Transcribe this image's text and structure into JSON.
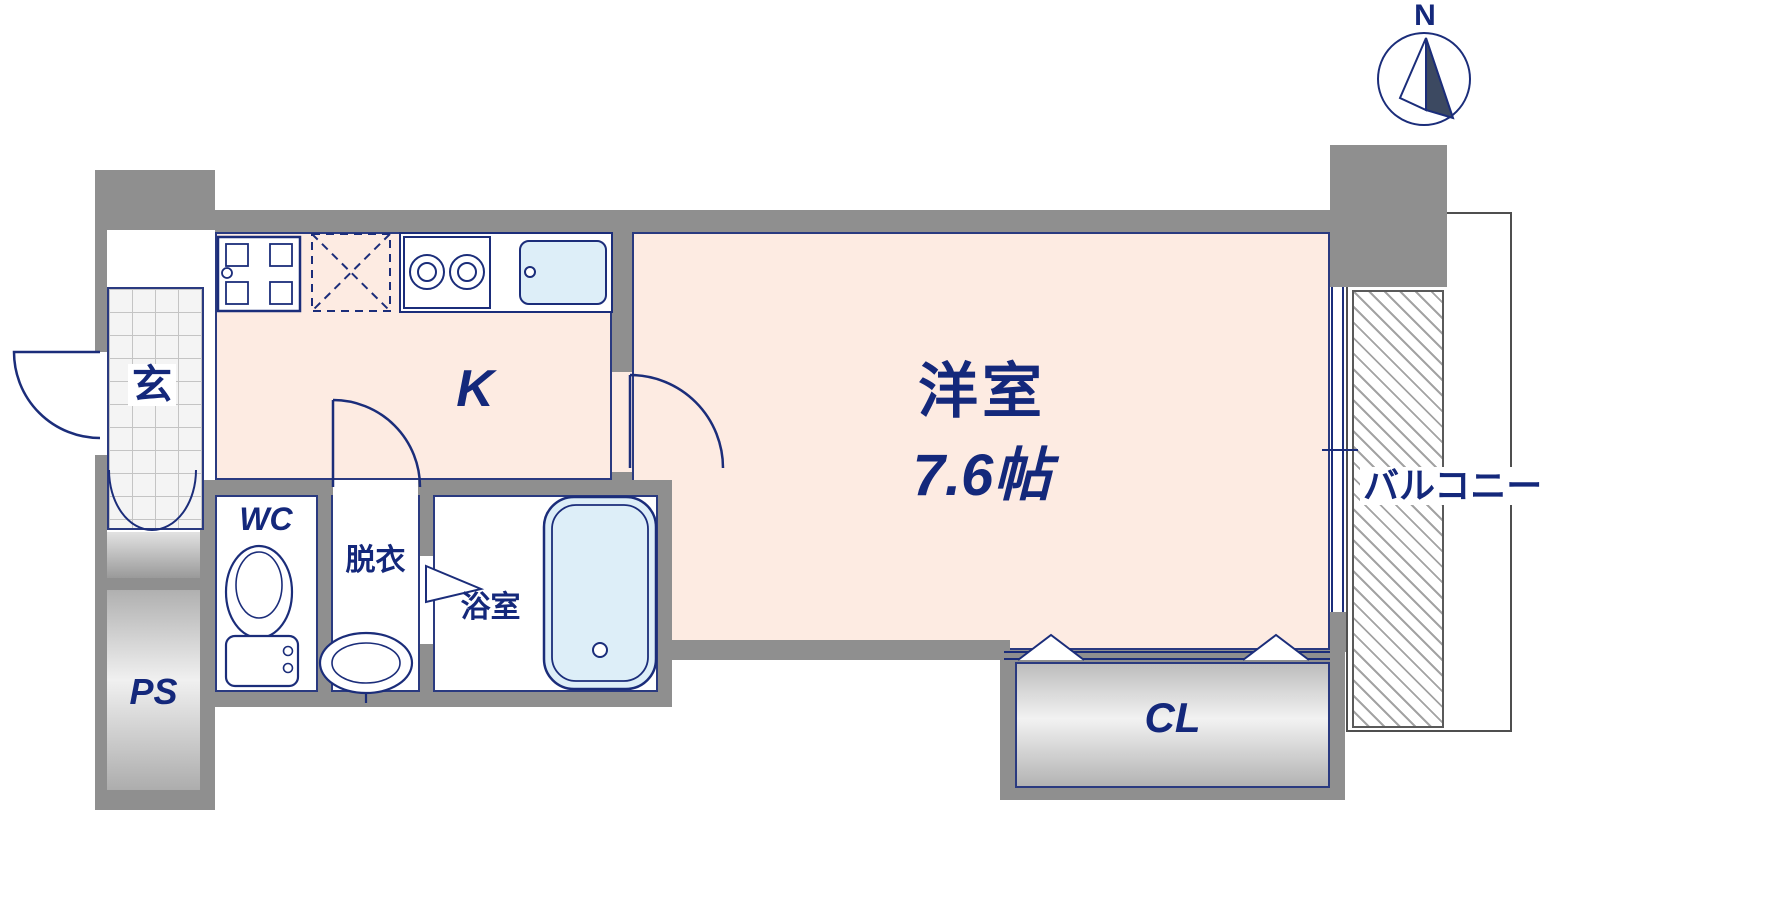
{
  "colors": {
    "wall_gray": "#8f8f8f",
    "floor_pink": "#fdebe2",
    "line_navy": "#1b2d7a",
    "text_navy": "#14287b",
    "fixture_blue": "#ddeef8"
  },
  "compass": {
    "label": "N"
  },
  "rooms": {
    "genkan": {
      "label": "玄"
    },
    "kitchen": {
      "label": "K"
    },
    "wc": {
      "label": "WC"
    },
    "dressing": {
      "label": "脱衣"
    },
    "bathroom": {
      "label": "浴室"
    },
    "main_room": {
      "label": "洋室",
      "size": "7.6帖"
    },
    "closet": {
      "label": "CL"
    },
    "balcony": {
      "label": "バルコニー"
    },
    "pipe_space": {
      "label": "PS"
    }
  },
  "fixtures": [
    "compass-icon",
    "entrance-door-arc",
    "shoe-cabinet-doors",
    "kitchen-unit",
    "refrigerator-space",
    "gas-stove-icon",
    "kitchen-sink-icon",
    "door-arc-dressing",
    "door-arc-main-room",
    "toilet-icon",
    "wash-basin-icon",
    "bathtub-icon",
    "bath-folding-door",
    "window",
    "closet-folding-doors"
  ]
}
